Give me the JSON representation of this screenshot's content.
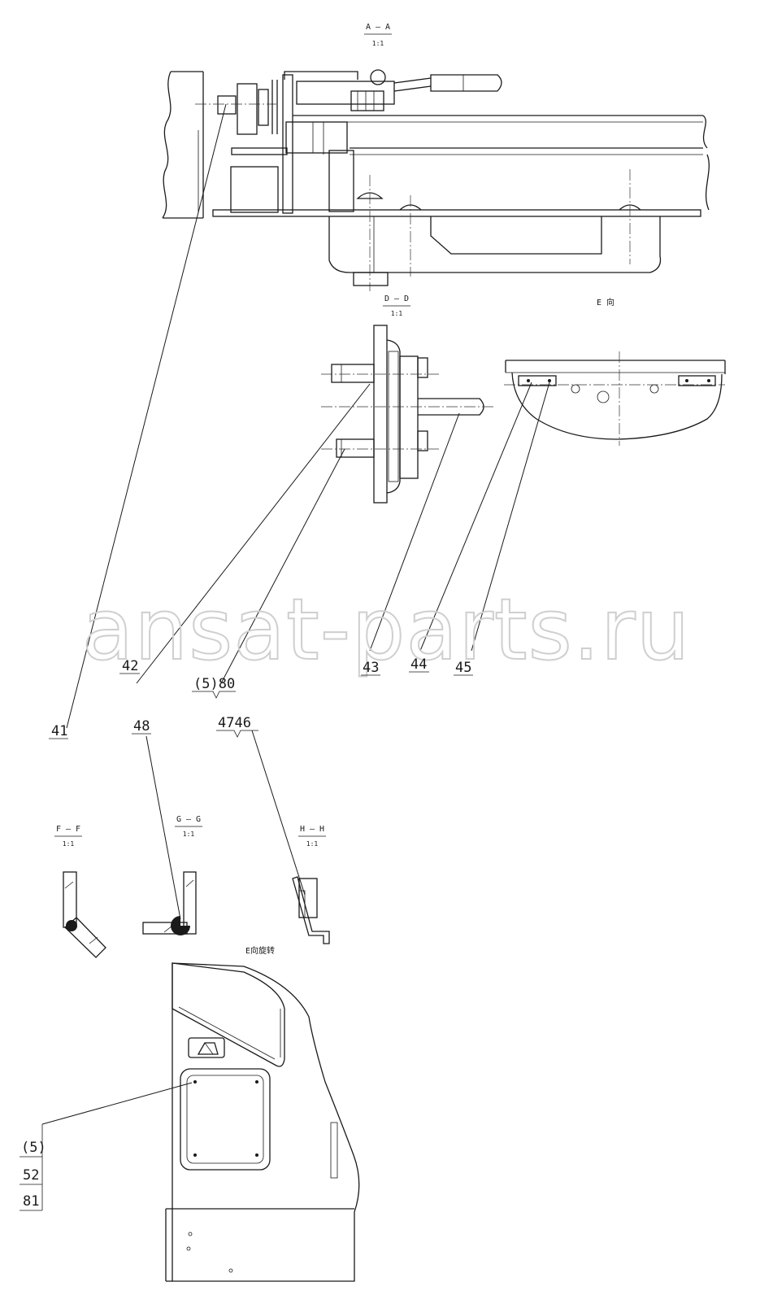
{
  "sections": {
    "aa": {
      "title": "A — A",
      "scale": "1:1"
    },
    "dd": {
      "title": "D — D",
      "scale": "1:1"
    },
    "e": {
      "title": "E  向"
    },
    "ff": {
      "title": "F — F",
      "scale": "1:1"
    },
    "gg": {
      "title": "G — G",
      "scale": "1:1"
    },
    "hh": {
      "title": "H — H",
      "scale": "1:1"
    },
    "bottom": {
      "title": "E向旋转"
    }
  },
  "callouts": {
    "p41": "41",
    "p42": "42",
    "p5_80": "(5)80",
    "p43": "43",
    "p44": "44",
    "p45": "45",
    "p48": "48",
    "p47_46": "4746",
    "p5": "(5)",
    "p52": "52",
    "p81": "81"
  },
  "watermark": "ansat-parts.ru",
  "colors": {
    "line": "#1a1a1a",
    "watermark": "#cfcfcf",
    "background": "#ffffff"
  }
}
